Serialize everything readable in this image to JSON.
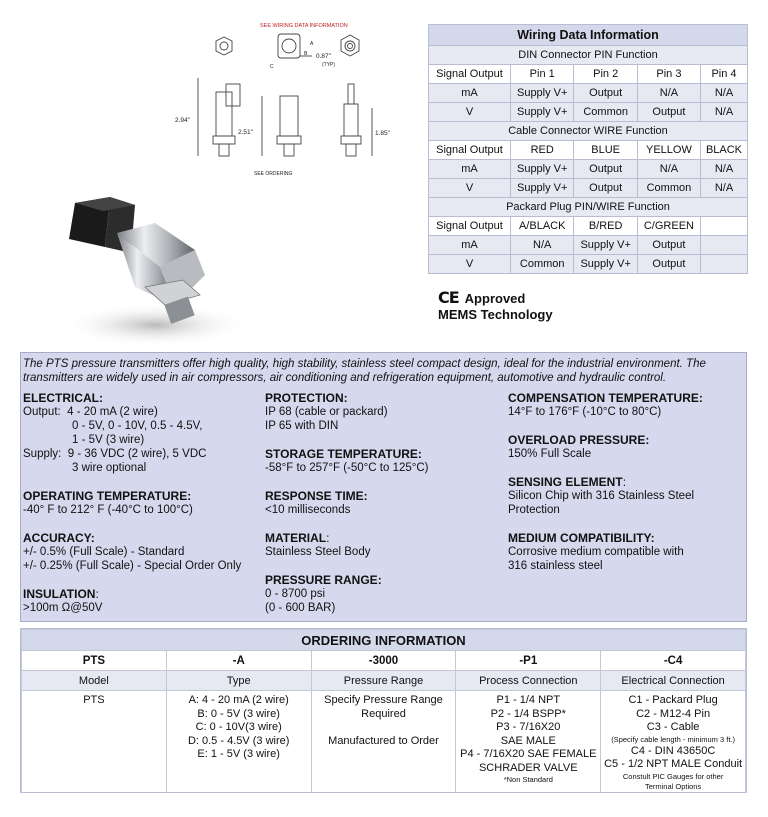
{
  "drawing": {
    "header_note": "SEE WIRING DATA INFORMATION",
    "dim_a": "2.94\"",
    "dim_b": "2.51\"",
    "dim_c": "1.85\"",
    "dim_d": "0.87\"",
    "typ": "(TYP)",
    "label_a": "A",
    "label_b": "B",
    "label_c": "C",
    "footer_note": "SEE ORDERING"
  },
  "wiring": {
    "title": "Wiring Data Information",
    "din": {
      "subtitle": "DIN Connector PIN Function",
      "header": [
        "Signal Output",
        "Pin 1",
        "Pin 2",
        "Pin 3",
        "Pin 4"
      ],
      "rows": [
        [
          "mA",
          "Supply V+",
          "Output",
          "N/A",
          "N/A"
        ],
        [
          "V",
          "Supply V+",
          "Common",
          "Output",
          "N/A"
        ]
      ]
    },
    "cable": {
      "subtitle": "Cable Connector WIRE Function",
      "header": [
        "Signal Output",
        "RED",
        "BLUE",
        "YELLOW",
        "BLACK"
      ],
      "rows": [
        [
          "mA",
          "Supply V+",
          "Output",
          "N/A",
          "N/A"
        ],
        [
          "V",
          "Supply V+",
          "Output",
          "Common",
          "N/A"
        ]
      ]
    },
    "packard": {
      "subtitle": "Packard Plug PIN/WIRE Function",
      "header": [
        "Signal Output",
        "A/BLACK",
        "B/RED",
        "C/GREEN",
        ""
      ],
      "rows": [
        [
          "mA",
          "N/A",
          "Supply V+",
          "Output",
          ""
        ],
        [
          "V",
          "Common",
          "Supply V+",
          "Output",
          ""
        ]
      ]
    }
  },
  "badges": {
    "ce_mark": "CE",
    "approved": "Approved",
    "mems": "MEMS Technology"
  },
  "intro": "The PTS pressure transmitters offer high quality, high stability, stainless steel compact design, ideal for the industrial environment.  The transmitters are widely used in air compressors, air conditioning and refrigeration equipment, automotive and hydraulic control.",
  "specs": {
    "electrical": {
      "heading": "ELECTRICAL:",
      "output_label": "Output:",
      "output_lines": [
        "4 - 20 mA (2 wire)",
        "0 - 5V, 0 - 10V, 0.5 - 4.5V,",
        "1 - 5V (3 wire)"
      ],
      "supply_label": "Supply:",
      "supply_lines": [
        "9 - 36 VDC (2 wire), 5 VDC",
        "3 wire optional"
      ]
    },
    "operating_temp": {
      "heading": "OPERATING TEMPERATURE:",
      "value": "-40° F to 212° F (-40°C to 100°C)"
    },
    "accuracy": {
      "heading": "ACCURACY:",
      "lines": [
        "+/- 0.5% (Full Scale) - Standard",
        "+/- 0.25% (Full Scale) - Special Order Only"
      ]
    },
    "insulation": {
      "heading": "INSULATION",
      "colon": ":",
      "value": ">100m Ω@50V"
    },
    "protection": {
      "heading": "PROTECTION:",
      "lines": [
        "IP 68 (cable or packard)",
        "IP 65 with DIN"
      ]
    },
    "storage_temp": {
      "heading": "STORAGE TEMPERATURE:",
      "value": "-58°F to 257°F (-50°C to 125°C)"
    },
    "response_time": {
      "heading": "RESPONSE TIME:",
      "value": "<10 milliseconds"
    },
    "material": {
      "heading": "MATERIAL",
      "colon": ":",
      "value": "Stainless Steel Body"
    },
    "pressure_range": {
      "heading": "PRESSURE RANGE:",
      "lines": [
        "0 - 8700 psi",
        "(0 - 600 BAR)"
      ]
    },
    "compensation_temp": {
      "heading": "COMPENSATION TEMPERATURE:",
      "value": "14°F to 176°F (-10°C to 80°C)"
    },
    "overload": {
      "heading": "OVERLOAD PRESSURE:",
      "value": "150% Full Scale"
    },
    "sensing": {
      "heading": "SENSING ELEMENT",
      "colon": ":",
      "lines": [
        "Silicon Chip with 316 Stainless Steel",
        "Protection"
      ]
    },
    "compatibility": {
      "heading": "MEDIUM COMPATIBILITY:",
      "lines": [
        "Corrosive medium compatible with",
        "316 stainless steel"
      ]
    }
  },
  "ordering": {
    "title": "ORDERING INFORMATION",
    "codes": [
      "PTS",
      "-A",
      "-3000",
      "-P1",
      "-C4"
    ],
    "labels": [
      "Model",
      "Type",
      "Pressure Range",
      "Process Connection",
      "Electrical Connection"
    ],
    "model": "PTS",
    "type_lines": [
      "A:  4 - 20 mA (2 wire)",
      "B:  0 - 5V (3 wire)",
      "C:  0 - 10V(3 wire)",
      "D:  0.5 - 4.5V (3 wire)",
      "E:  1 - 5V (3 wire)"
    ],
    "pressure_lines": [
      "Specify Pressure Range",
      "Required",
      "",
      "Manufactured to Order"
    ],
    "process_lines": [
      "P1 - 1/4 NPT",
      "P2 - 1/4 BSPP*",
      "P3 - 7/16X20",
      "SAE MALE",
      "P4 - 7/16X20 SAE FEMALE",
      "SCHRADER VALVE"
    ],
    "process_note": "*Non Standard",
    "electrical_lines": [
      "C1 - Packard Plug",
      "C2 - M12-4 Pin",
      "C3 - Cable"
    ],
    "electrical_small": "(Specify cable length - minimum 3 ft.)",
    "electrical_lines2": [
      "C4 - DIN 43650C",
      "C5 - 1/2 NPT MALE Conduit"
    ],
    "electrical_note": [
      "Constult PIC Gauges for other",
      "Terminal Options"
    ]
  }
}
